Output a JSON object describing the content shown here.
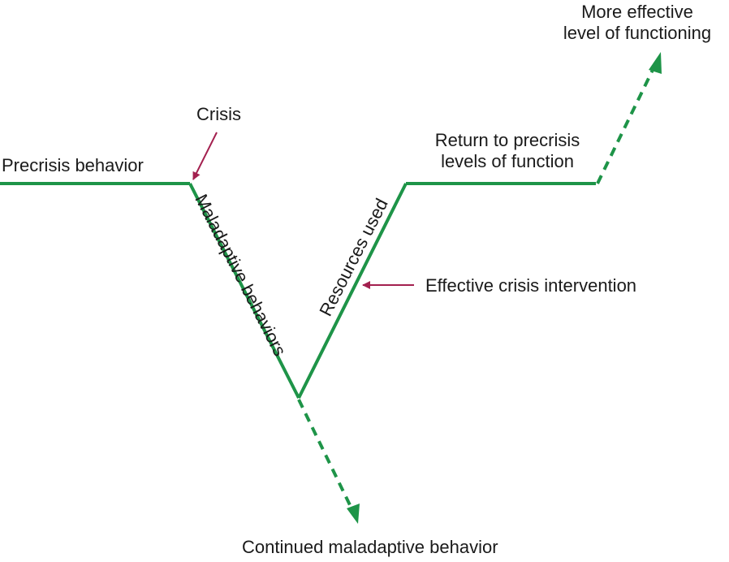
{
  "colors": {
    "path": "#1e9448",
    "arrow": "#a3204f",
    "text": "#1a1a1a",
    "background": "#ffffff"
  },
  "labels": {
    "precrisis": "Precrisis behavior",
    "crisis": "Crisis",
    "maladaptive": "Maladaptive behaviors",
    "resources": "Resources used",
    "return_line1": "Return to precrisis",
    "return_line2": "levels of function",
    "more_line1": "More effective",
    "more_line2": "level of functioning",
    "intervention": "Effective crisis intervention",
    "continued": "Continued maladaptive behavior"
  }
}
